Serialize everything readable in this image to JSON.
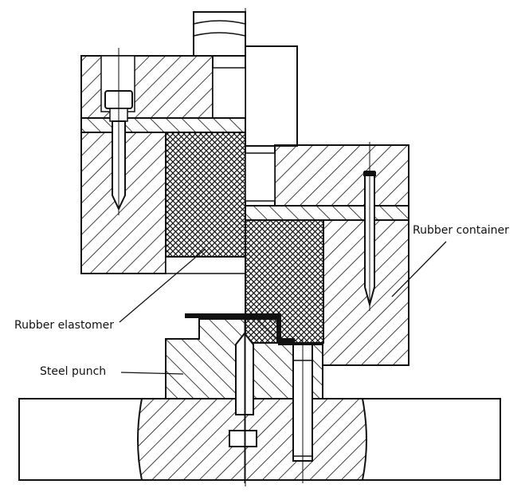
{
  "labels": {
    "rubber_container": "Rubber container",
    "rubber_elastomer": "Rubber elastomer",
    "steel_punch": "Steel punch"
  },
  "colors": {
    "ink": "#111111",
    "paper": "#ffffff"
  }
}
